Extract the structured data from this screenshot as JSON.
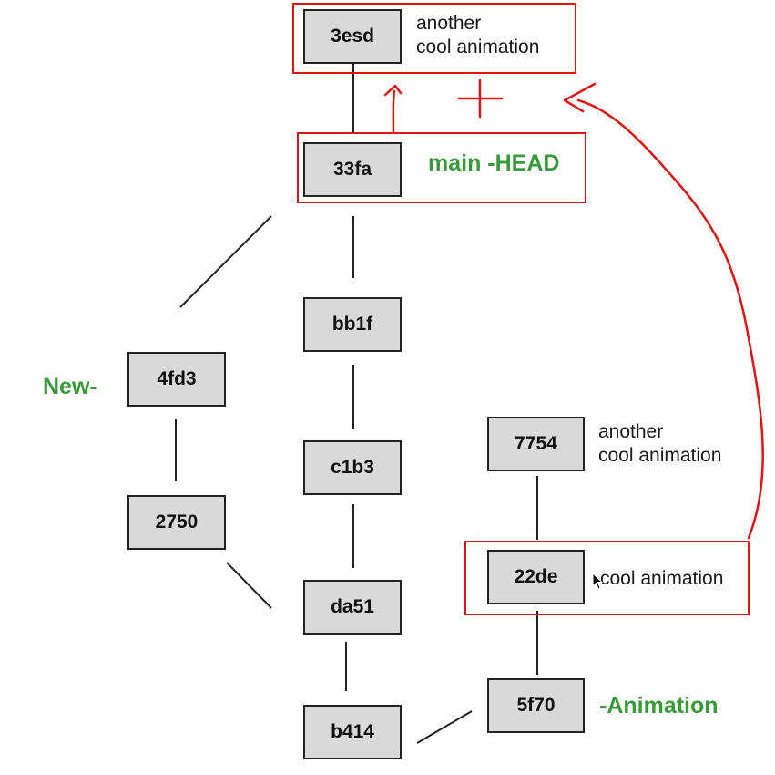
{
  "commits": {
    "c3esd": "3esd",
    "c33fa": "33fa",
    "cbb1f": "bb1f",
    "c4fd3": "4fd3",
    "cc1b3": "c1b3",
    "c7754": "7754",
    "c2750": "2750",
    "c22de": "22de",
    "cda51": "da51",
    "c5f70": "5f70",
    "cb414": "b414"
  },
  "notes": {
    "n3esd_line1": "another",
    "n3esd_line2": "cool animation",
    "n7754_line1": "another",
    "n7754_line2": "cool animation",
    "n22de": "cool animation"
  },
  "branches": {
    "main": "main -HEAD",
    "new": "New-",
    "animation": "-Animation"
  },
  "colors": {
    "branch_label": "#3a9a3a",
    "annotation": "#e01515",
    "node_fill": "#d9d9d9",
    "node_border": "#222222"
  }
}
